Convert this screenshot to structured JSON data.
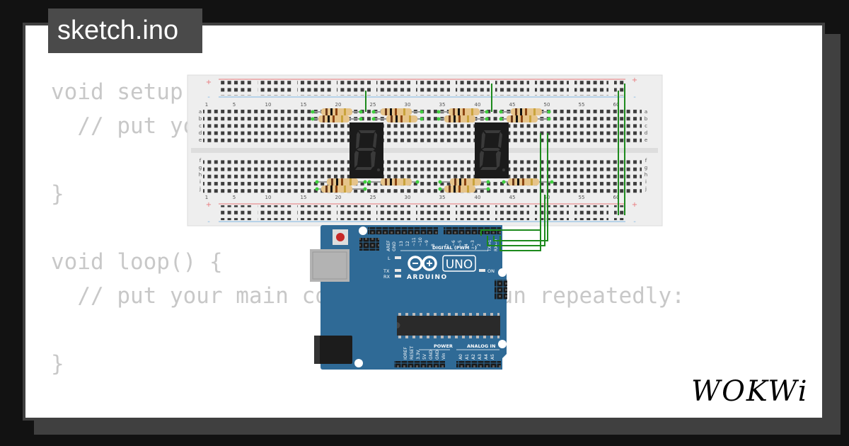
{
  "file_tab": {
    "name": "sketch.ino"
  },
  "code_lines": [
    "void setup() {",
    "  // put your setup code here, to run once:",
    "",
    "}",
    "",
    "void loop() {",
    "  // put your main code here, to run repeatedly:",
    "",
    "}"
  ],
  "breadboard": {
    "row_labels": [
      "a",
      "b",
      "c",
      "d",
      "e",
      "f",
      "g",
      "h",
      "i",
      "j"
    ],
    "column_numbers": [
      "1",
      "5",
      "10",
      "15",
      "20",
      "25",
      "30",
      "35",
      "40",
      "45",
      "50",
      "55",
      "60"
    ],
    "rail_plus": "+",
    "rail_minus": "-"
  },
  "arduino": {
    "model": "UNO",
    "brand": "ARDUINO",
    "digital_label": "DIGITAL (PWM ~)",
    "power_label": "POWER",
    "analog_label": "ANALOG IN",
    "aref_label": "AREF",
    "gnd_label": "GND",
    "digital_pins": [
      "13",
      "12",
      "~11",
      "~10",
      "~9",
      "8",
      "7",
      "~6",
      "~5",
      "4",
      "~3",
      "2",
      "TX→1",
      "RX←0"
    ],
    "power_pins": [
      "IOREF",
      "RESET",
      "3.3V",
      "5V",
      "GND",
      "GND",
      "Vin"
    ],
    "analog_pins": [
      "A0",
      "A1",
      "A2",
      "A3",
      "A4",
      "A5"
    ],
    "led_labels": {
      "l": "L",
      "tx": "TX",
      "rx": "RX",
      "on": "ON"
    }
  },
  "brand": {
    "wordmark": "WOKWi"
  },
  "colors": {
    "board_blue": "#2f6a96",
    "wire_green": "#1d8a1d",
    "rail_red": "#e8787b",
    "rail_blue": "#7eb7e2",
    "code_gray": "#c8c8c8"
  }
}
